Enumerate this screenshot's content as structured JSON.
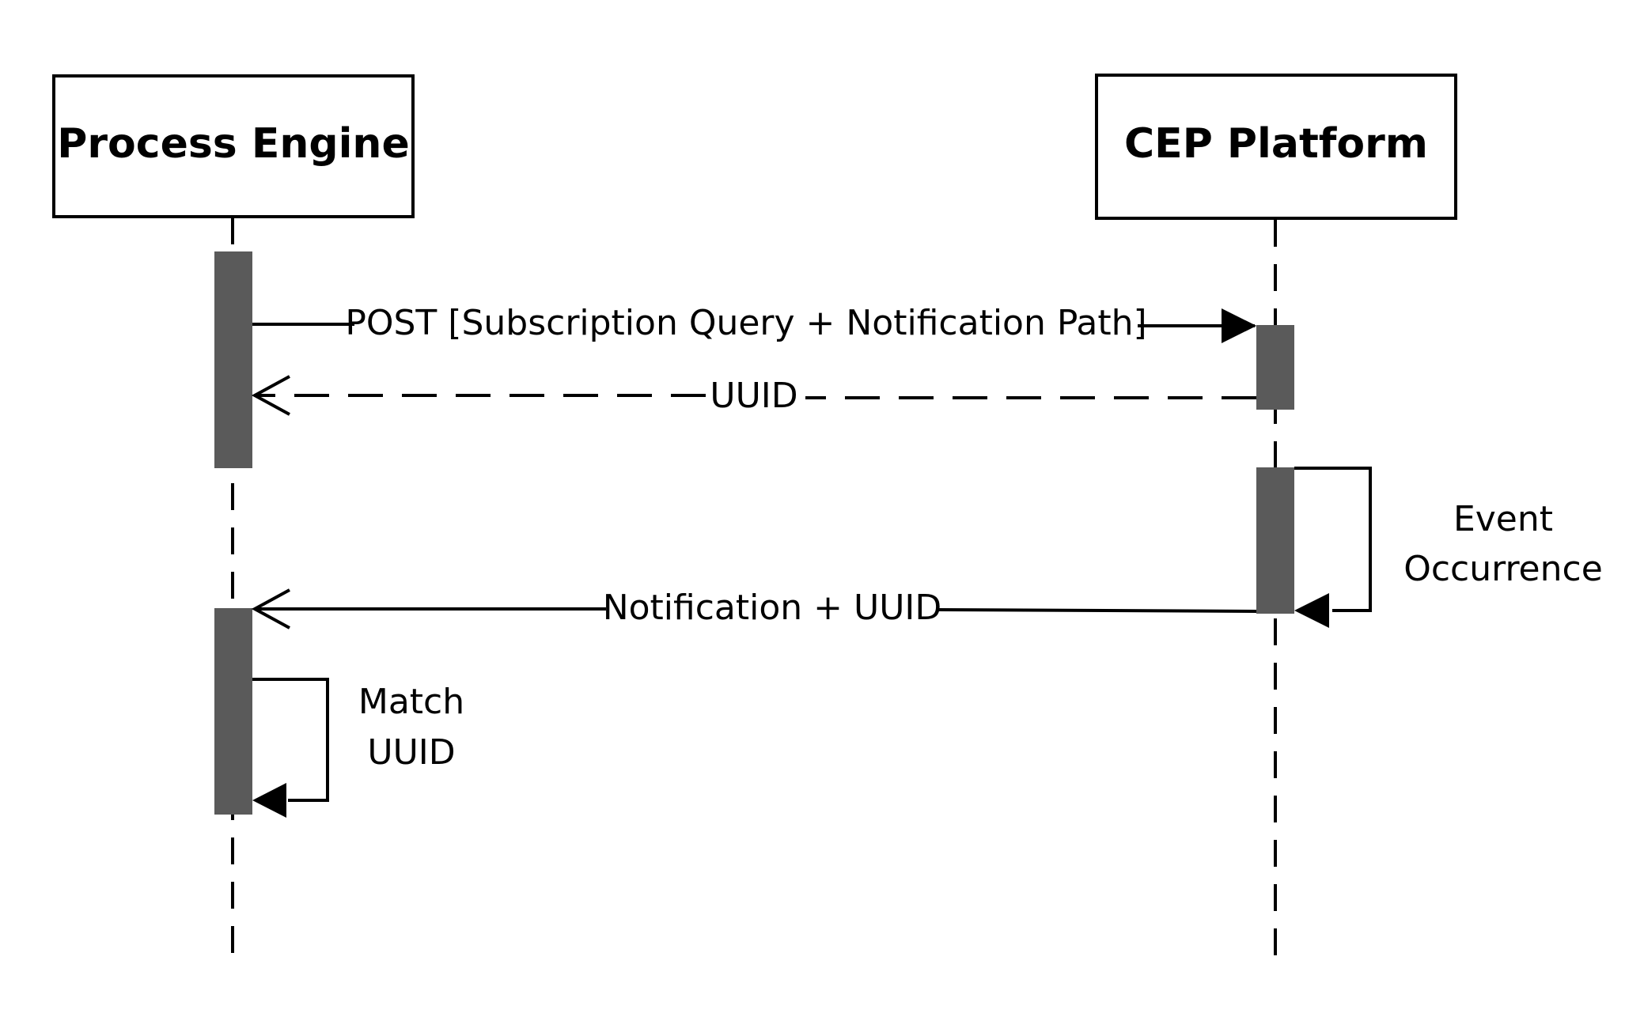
{
  "participants": {
    "left": {
      "name": "Process Engine"
    },
    "right": {
      "name": "CEP Platform"
    }
  },
  "messages": {
    "post": {
      "label": "POST [Subscription Query + Notification Path]",
      "style": "solid",
      "arrowhead": "filled"
    },
    "uuid_reply": {
      "label": "UUID",
      "style": "dashed",
      "arrowhead": "open"
    },
    "notification": {
      "label": "Notification + UUID",
      "style": "solid",
      "arrowhead": "open"
    }
  },
  "self_messages": {
    "event_occurrence": {
      "line1": "Event",
      "line2": "Occurrence"
    },
    "match_uuid": {
      "line1": "Match",
      "line2": "UUID"
    }
  },
  "colors": {
    "activation_bar": "#5a5a5a",
    "line": "#000000",
    "background": "#ffffff"
  }
}
